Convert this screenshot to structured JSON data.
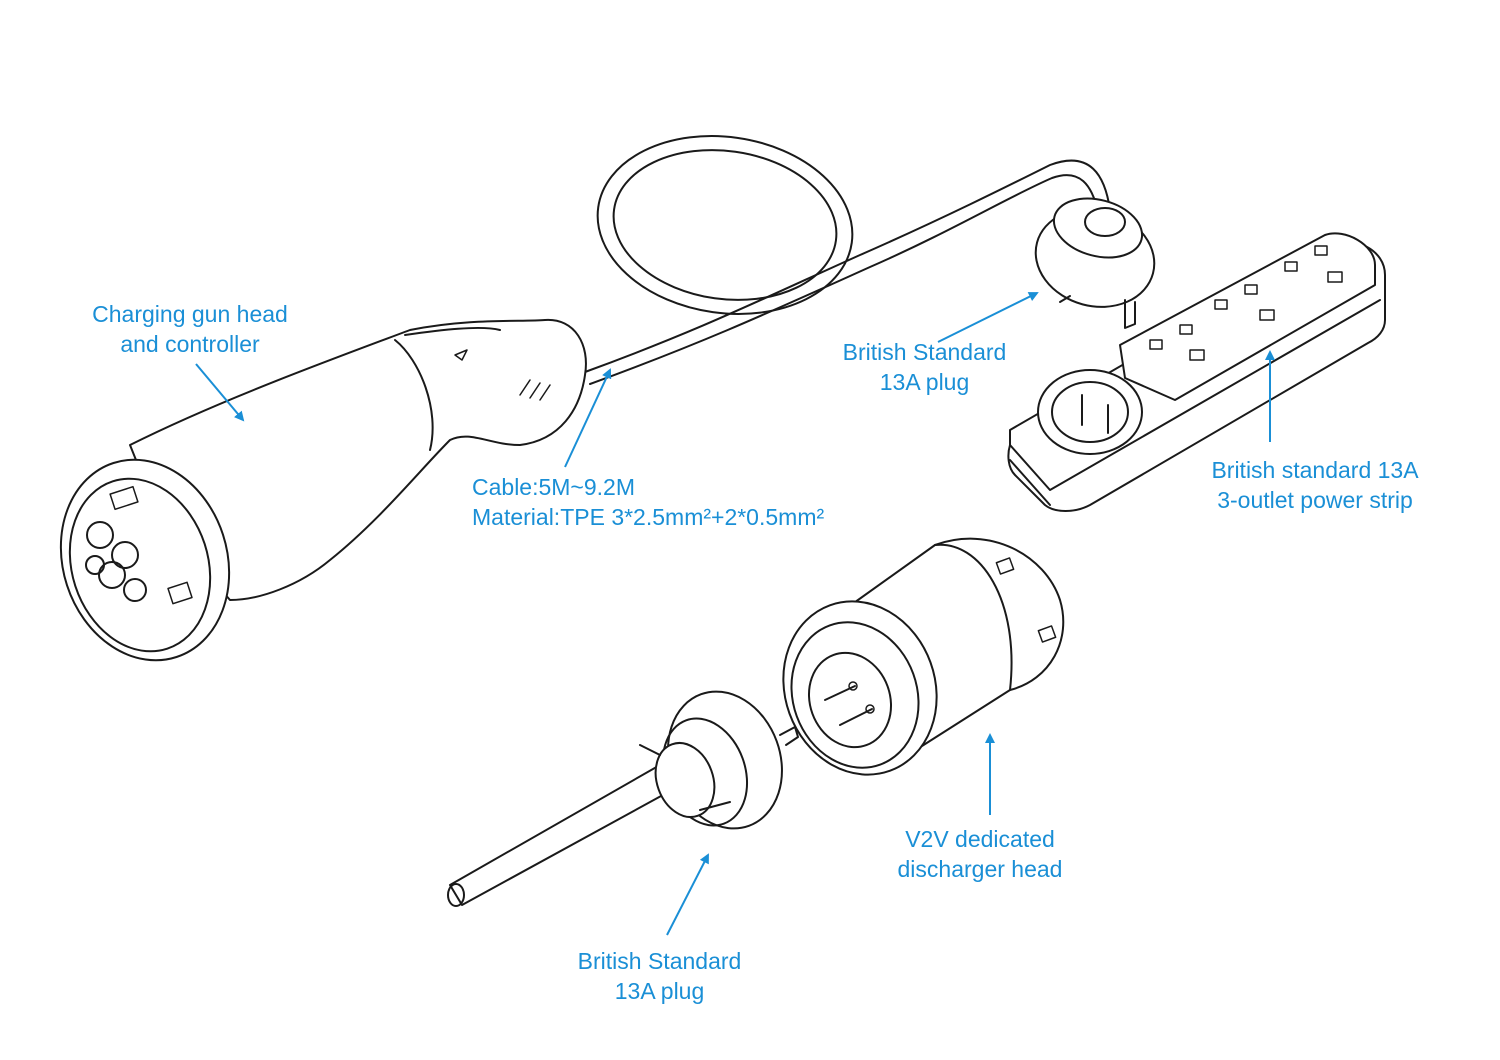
{
  "colors": {
    "accent": "#1a8fd6",
    "ink": "#1a1a1a",
    "background": "#ffffff"
  },
  "labels": {
    "gun_head": [
      "Charging gun head",
      "and controller"
    ],
    "cable": [
      "Cable:5M~9.2M",
      "Material:TPE 3*2.5mm²+2*0.5mm²"
    ],
    "plug_top": [
      "British Standard",
      "13A plug"
    ],
    "power_strip": [
      "British standard 13A",
      "3-outlet power strip"
    ],
    "discharger": [
      "V2V dedicated",
      "discharger head"
    ],
    "plug_bottom": [
      "British Standard",
      "13A plug"
    ]
  }
}
